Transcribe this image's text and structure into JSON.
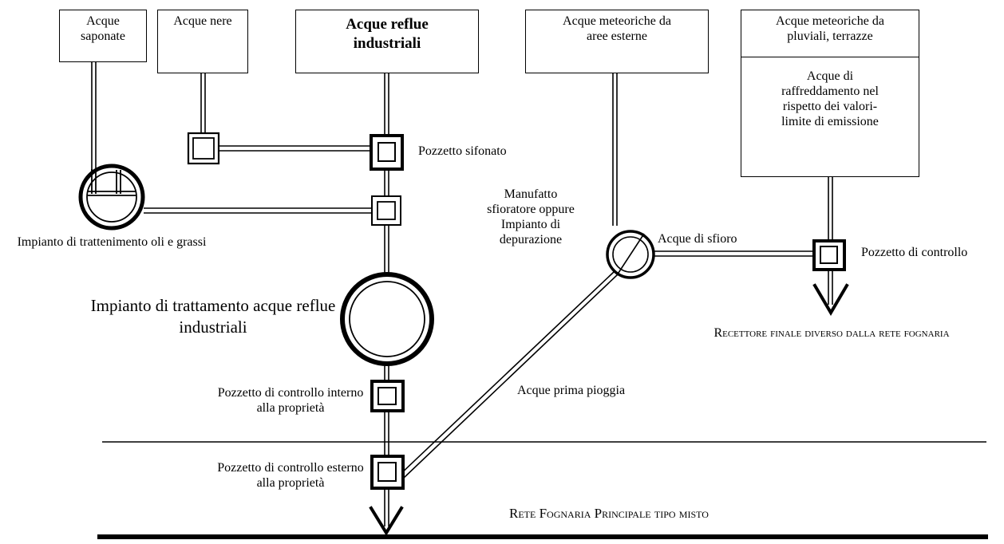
{
  "sources": {
    "saponate": "Acque saponate",
    "nere": "Acque nere",
    "reflue_industriali": "Acque reflue industriali",
    "meteoriche_esterne": "Acque meteoriche da aree esterne",
    "meteoriche_pluviali": "Acque meteoriche da pluviali, terrazze",
    "raffreddamento": "Acque di raffreddamento nel rispetto dei valori-limite di emissione"
  },
  "labels": {
    "pozzetto_sifonato": "Pozzetto sifonato",
    "impianto_oli": "Impianto di trattenimento oli e grassi",
    "impianto_trattamento": "Impianto di trattamento acque reflue industriali",
    "manufatto_sfioratore": "Manufatto sfioratore oppure Impianto di depurazione",
    "acque_sfioro": "Acque di sfioro",
    "pozzetto_controllo": "Pozzetto di controllo",
    "recettore_finale": "Recettore finale diverso dalla rete fognaria",
    "acque_prima_pioggia": "Acque prima pioggia",
    "pozzetto_interno": "Pozzetto di controllo interno alla proprietà",
    "pozzetto_esterno": "Pozzetto di controllo esterno alla proprietà",
    "rete_fognaria": "Rete Fognaria Principale tipo misto"
  }
}
